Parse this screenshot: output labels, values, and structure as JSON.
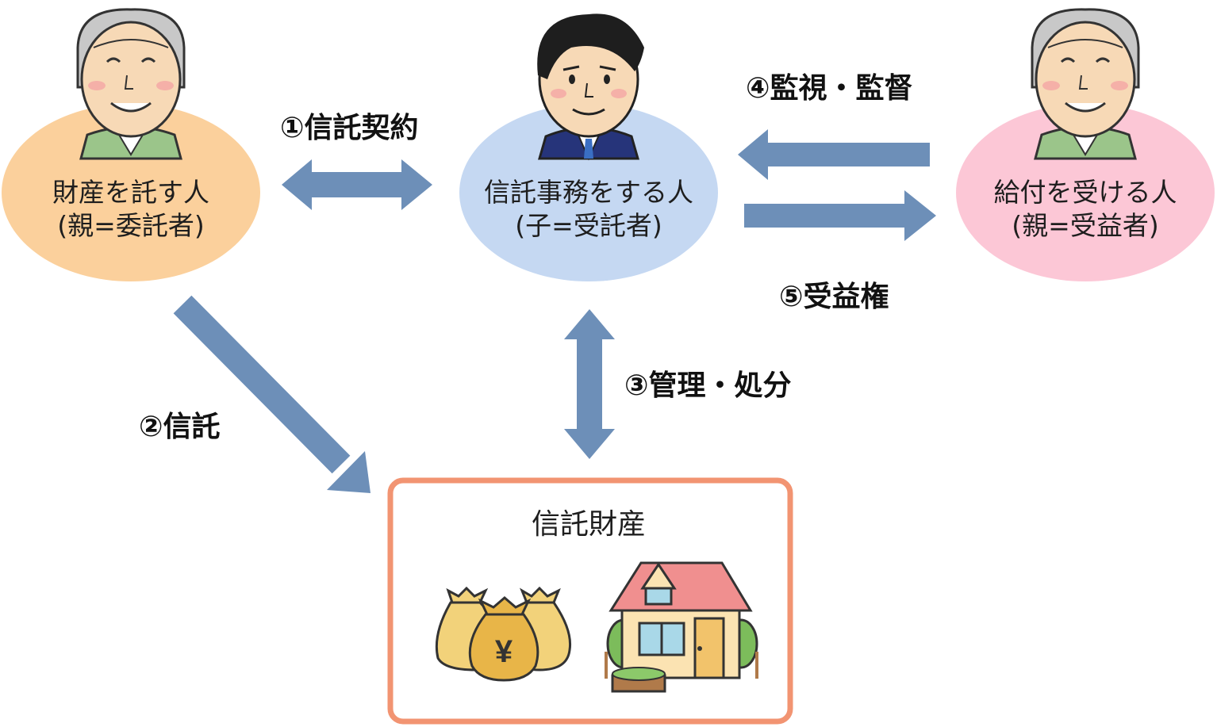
{
  "nodes": {
    "settlor": {
      "line1": "財産を託す人",
      "line2": "(親=委託者)"
    },
    "trustee": {
      "line1": "信託事務をする人",
      "line2": "(子=受託者)"
    },
    "beneficiary": {
      "line1": "給付を受ける人",
      "line2": "(親=受益者)"
    }
  },
  "flows": {
    "contract": "①信託契約",
    "entrust": "②信託",
    "manage": "③管理・処分",
    "supervise": "④監視・監督",
    "benefit": "⑤受益権"
  },
  "trust_property": {
    "title": "信託財産",
    "money_symbol": "¥"
  },
  "colors": {
    "settlor": "#fbd09c",
    "trustee": "#c5d8f2",
    "beneficiary": "#fcc7d6",
    "arrow": "#6d8fb8",
    "box_border": "#f29472"
  }
}
